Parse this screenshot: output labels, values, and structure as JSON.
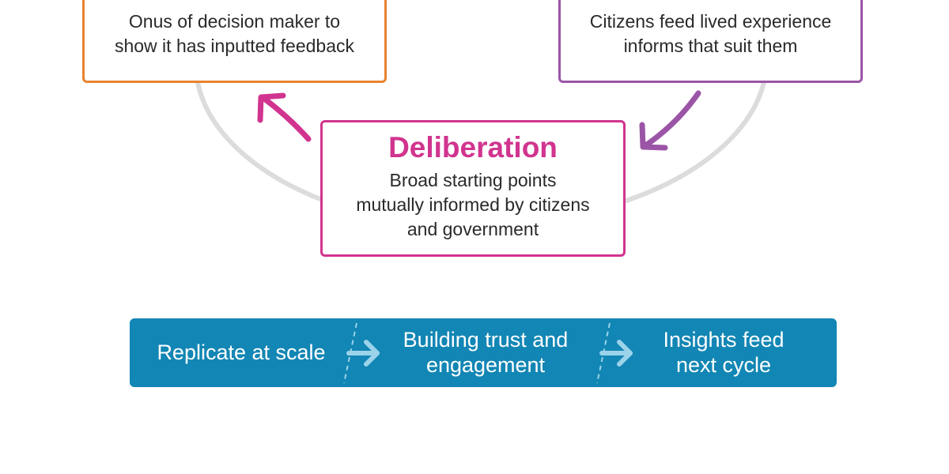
{
  "colors": {
    "orange": "#e8832e",
    "purple": "#9b55a6",
    "magenta": "#d1348f",
    "cycle_track": "#dcdcdc",
    "banner": "#1286b4",
    "banner_arrow": "#9bd3ea"
  },
  "boxes": {
    "left": {
      "line1": "Onus of decision maker to",
      "line2": "show it has inputted feedback"
    },
    "right": {
      "line1": "Citizens feed lived experience",
      "line2": "informs that suit them"
    },
    "center": {
      "heading": "Deliberation",
      "line1": "Broad starting points",
      "line2": "mutually informed by citizens",
      "line3": "and government"
    }
  },
  "banner": {
    "steps": [
      {
        "line1": "Replicate at scale"
      },
      {
        "line1": "Building trust and",
        "line2": "engagement"
      },
      {
        "line1": "Insights feed",
        "line2": "next cycle"
      }
    ],
    "arrow_icon": "right-arrow-icon"
  }
}
